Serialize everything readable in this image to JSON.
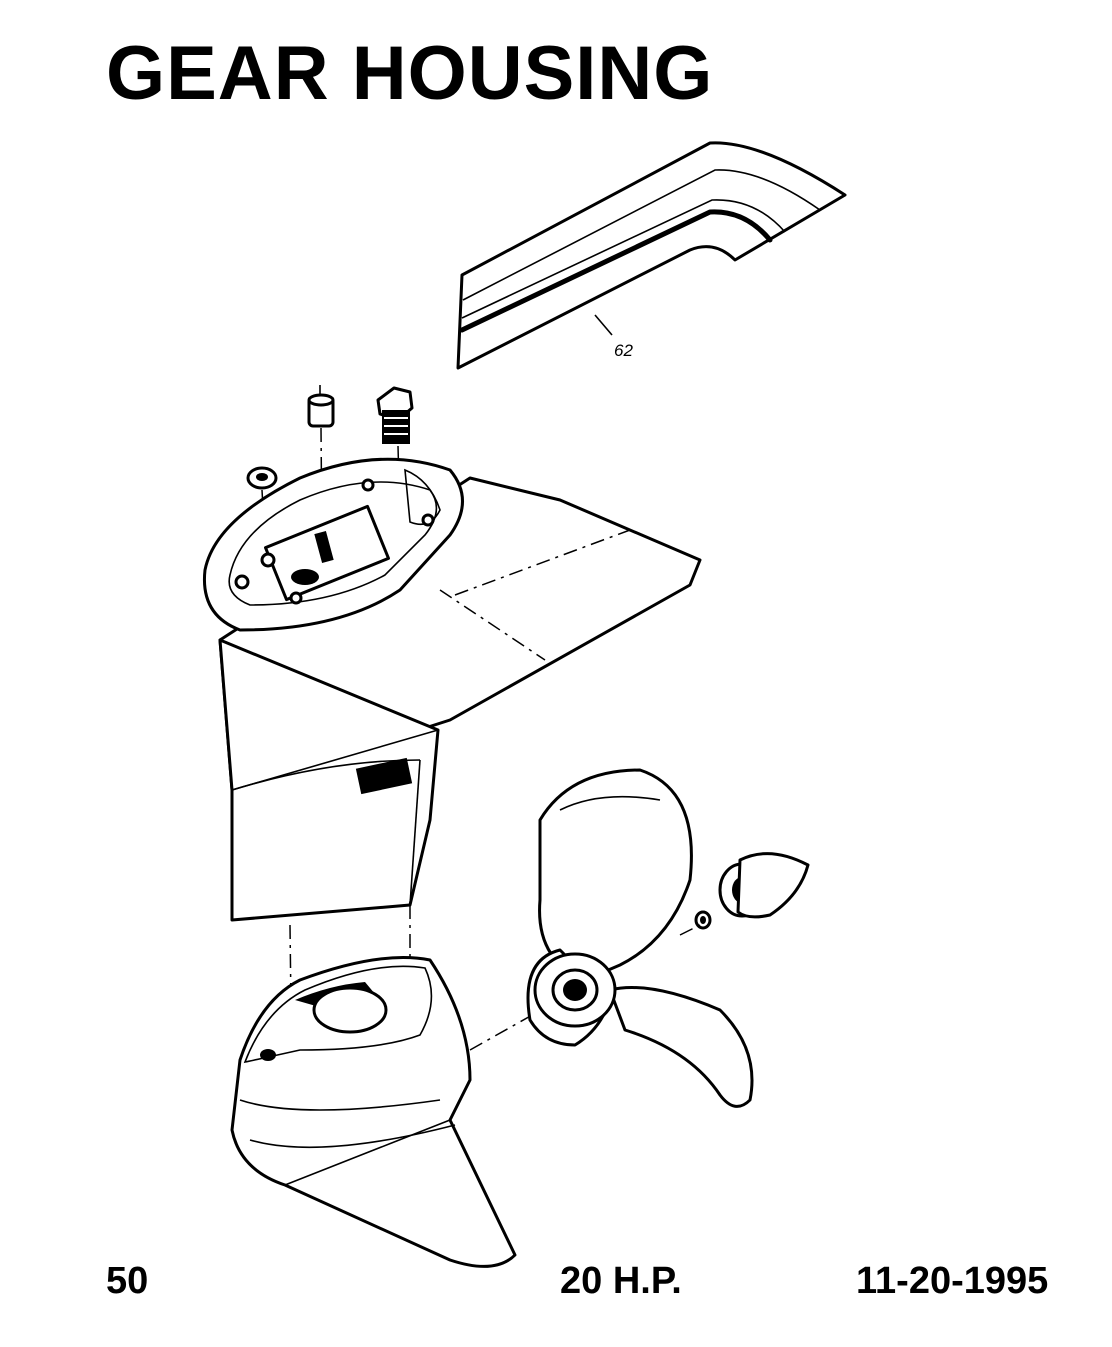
{
  "title": "GEAR HOUSING",
  "footer": {
    "page_number": "50",
    "model": "20 H.P.",
    "date": "11-20-1995"
  },
  "diagram": {
    "callouts": [
      "62"
    ]
  }
}
